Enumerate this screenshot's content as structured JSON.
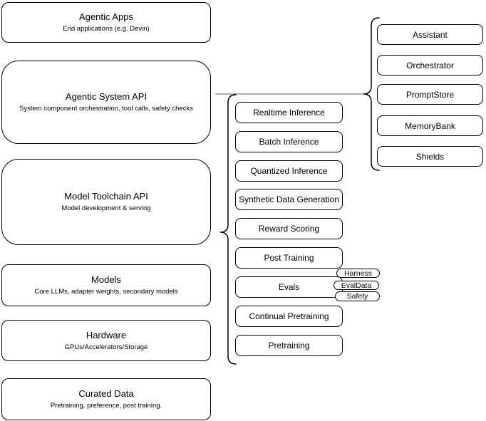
{
  "diagram": {
    "left_stack": [
      {
        "title": "Agentic Apps",
        "subtitle": "End applications (e.g. Devin)"
      },
      {
        "title": "Agentic System API",
        "subtitle": "System component orchestration, tool calls, safety checks"
      },
      {
        "title": "Model Toolchain API",
        "subtitle": "Model development & serving"
      },
      {
        "title": "Models",
        "subtitle": "Core LLMs, adapter weights, secondary models"
      },
      {
        "title": "Hardware",
        "subtitle": "GPUs/Accelerators/Storage"
      },
      {
        "title": "Curated Data",
        "subtitle": "Pretraining, preference, post training."
      }
    ],
    "toolchain_items": [
      "Realtime Inference",
      "Batch Inference",
      "Quantized Inference",
      "Synthetic Data Generation",
      "Reward Scoring",
      "Post Training",
      "Evals",
      "Continual Pretraining",
      "Pretraining"
    ],
    "eval_tags": [
      "Harness",
      "EvalData",
      "Safety"
    ],
    "system_components": [
      "Assistant",
      "Orchestrator",
      "PromptStore",
      "MemoryBank",
      "Shields"
    ],
    "colors": {
      "stroke": "#000000",
      "fill": "#ffffff",
      "connector": "#7a7a7a"
    }
  }
}
